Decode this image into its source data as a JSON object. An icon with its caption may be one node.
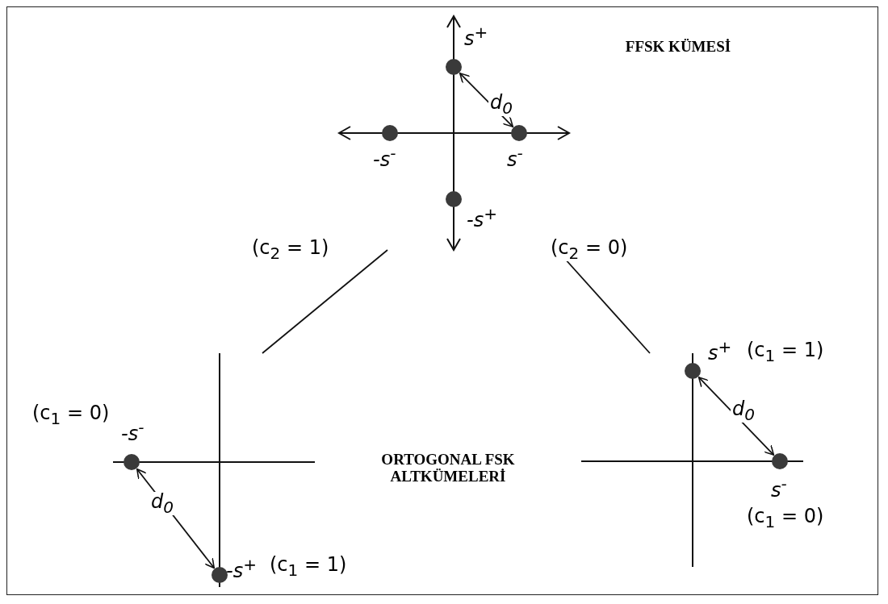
{
  "diagram": {
    "nodes": [
      {
        "text": [],
        "shape": "picture"
      },
      {
        "text": [],
        "shape": "circle",
        "in": 0,
        "beside": [
          "s$^{+}$"
        ]
      },
      {
        "text": [],
        "shape": "circle",
        "in": 0,
        "beside": [
          "-s$^{-}$"
        ]
      },
      {
        "text": [],
        "shape": "circle",
        "in": 0,
        "beside": [
          "s$^{-}$"
        ]
      },
      {
        "text": [],
        "shape": "circle",
        "in": 0,
        "beside": [
          "-s$^{+}$"
        ]
      },
      {
        "text": [],
        "shape": "picture"
      },
      {
        "text": [],
        "shape": "circle",
        "in": 5,
        "beside": [
          "-s$^{-}$",
          "(c$_{1}$ = 0)"
        ]
      },
      {
        "text": [],
        "shape": "circle",
        "in": 5,
        "beside": [
          "-s$^{+}$",
          "(c$_{1}$ = 1)"
        ]
      },
      {
        "text": [],
        "shape": "picture"
      },
      {
        "text": [],
        "shape": "circle",
        "in": 8,
        "beside": [
          "s$^{+}$",
          "(c$_{1}$ = 1)"
        ]
      },
      {
        "text": [],
        "shape": "circle",
        "in": 8,
        "beside": [
          "s$^{-}$",
          "(c$_{1}$ = 0)"
        ]
      }
    ],
    "edges": [
      {
        "from": 1,
        "to": 3,
        "arrow": "both",
        "label": "d$_{0}$"
      },
      {
        "from": 6,
        "to": 7,
        "arrow": "both",
        "label": "d$_{0}$"
      },
      {
        "from": 9,
        "to": 10,
        "arrow": "both",
        "label": "d$_{0}$"
      },
      {
        "from": 0,
        "to": 5,
        "arrow": "none",
        "label": "(c$_{2}$ = 1)"
      },
      {
        "from": 0,
        "to": 8,
        "arrow": "none",
        "label": "(c$_{2}$ = 0)"
      }
    ],
    "labels": [
      "FFSK KÜMESİ",
      "ORTOGONAL FSK ALTKÜMELERİ"
    ]
  }
}
